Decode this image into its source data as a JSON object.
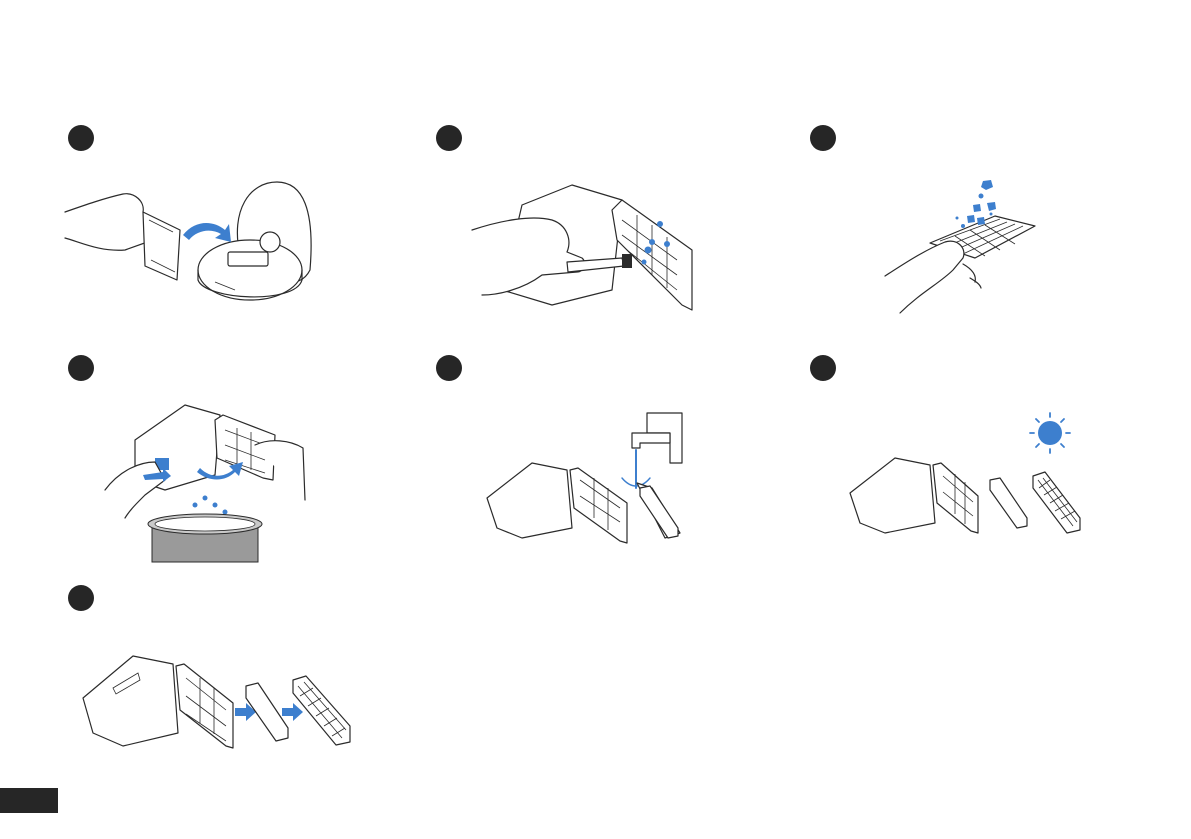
{
  "steps": [
    {
      "illustration": "remove-dustbin-from-robot"
    },
    {
      "illustration": "brush-filter-clean"
    },
    {
      "illustration": "tap-filter-debris"
    },
    {
      "illustration": "empty-dustbin"
    },
    {
      "illustration": "rinse-filter-under-tap"
    },
    {
      "illustration": "dry-in-sun"
    },
    {
      "illustration": "reinstall-filters"
    }
  ],
  "colors": {
    "accent": "#3d7fce",
    "ink": "#2b2b2b",
    "badge": "#262626"
  }
}
